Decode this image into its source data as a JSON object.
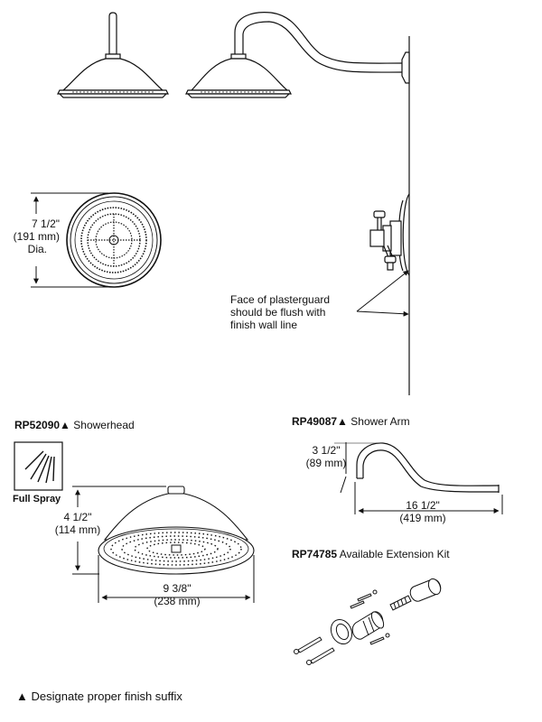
{
  "diameter": {
    "imperial": "7 1/2\"",
    "metric": "(191 mm)",
    "suffix": "Dia."
  },
  "wall_note": {
    "line1": "Face of plasterguard",
    "line2": "should be flush with",
    "line3": "finish wall line"
  },
  "showerhead": {
    "model": "RP52090",
    "marker": "▲",
    "name": "Showerhead",
    "spray_label": "Full Spray",
    "height_imperial": "4 1/2\"",
    "height_metric": "(114 mm)",
    "width_imperial": "9 3/8\"",
    "width_metric": "(238 mm)"
  },
  "shower_arm": {
    "model": "RP49087",
    "marker": "▲",
    "name": "Shower Arm",
    "rise_imperial": "3 1/2\"",
    "rise_metric": "(89 mm)",
    "length_imperial": "16 1/2\"",
    "length_metric": "(419 mm)"
  },
  "extension_kit": {
    "model": "RP74785",
    "name": "Available Extension Kit"
  },
  "footnote": {
    "marker": "▲",
    "text": "Designate proper finish suffix"
  }
}
